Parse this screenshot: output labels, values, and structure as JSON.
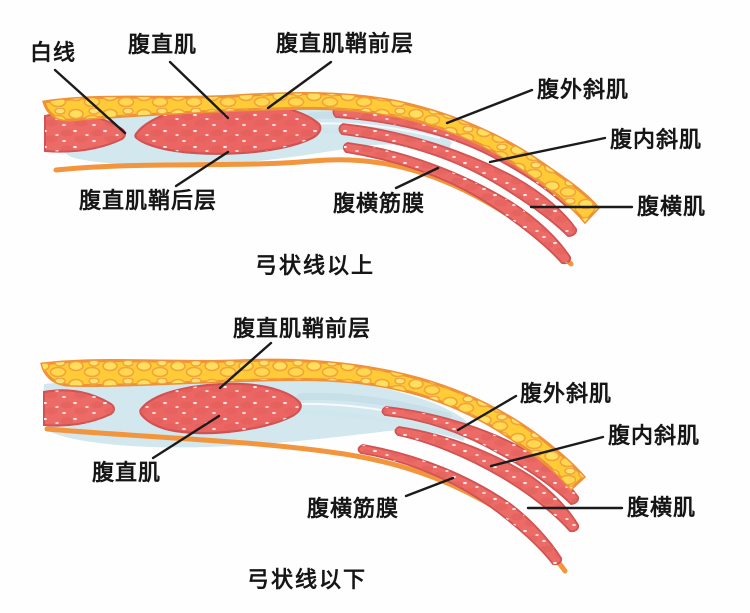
{
  "figure": {
    "type": "anatomical-diagram",
    "panels": [
      {
        "caption": "弓状线以上",
        "labels": {
          "linea_alba": "白线",
          "rectus_abdominis": "腹直肌",
          "anterior_rectus_sheath": "腹直肌鞘前层",
          "posterior_rectus_sheath": "腹直肌鞘后层",
          "external_oblique": "腹外斜肌",
          "internal_oblique": "腹内斜肌",
          "transversus_abdominis": "腹横肌",
          "transversalis_fascia": "腹横筋膜"
        }
      },
      {
        "caption": "弓状线以下",
        "labels": {
          "anterior_rectus_sheath": "腹直肌鞘前层",
          "rectus_abdominis": "腹直肌",
          "external_oblique": "腹外斜肌",
          "internal_oblique": "腹内斜肌",
          "transversus_abdominis": "腹横肌",
          "transversalis_fascia": "腹横筋膜"
        }
      }
    ],
    "colors": {
      "fat_yellow": "#ffcb36",
      "fat_lobule": "#ffe05a",
      "outline_orange": "#ee9138",
      "fascia_orange": "#f2953c",
      "muscle_red": "#ec6b66",
      "muscle_outline": "#d05252",
      "sheath_blue": "#d3e7ee",
      "leader_line": "#1b1b1b",
      "label_text": "#161616"
    }
  }
}
